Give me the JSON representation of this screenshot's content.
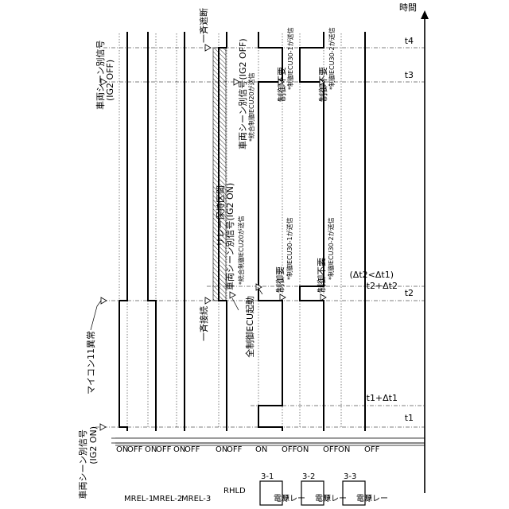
{
  "axis": {
    "title": "時間",
    "ticks": [
      "t1",
      "t1+Δt1",
      "t2",
      "t2+Δt2",
      "(Δt2<Δt1)",
      "t3",
      "t4"
    ]
  },
  "signals": [
    {
      "name": "MREL-1",
      "on": "ON",
      "off": "OFF"
    },
    {
      "name": "MREL-2",
      "on": "ON",
      "off": "OFF"
    },
    {
      "name": "MREL-3",
      "on": "ON",
      "off": "OFF"
    },
    {
      "name": "RHLD",
      "on": "ON",
      "off": "OFF"
    }
  ],
  "relays": [
    {
      "id": "3-1",
      "line1": "電源",
      "line2": "リレー",
      "on": "ON",
      "off": "OFF"
    },
    {
      "id": "3-2",
      "line1": "電源",
      "line2": "リレー",
      "on": "ON",
      "off": "OFF"
    },
    {
      "id": "3-3",
      "line1": "電源",
      "line2": "リレー",
      "on": "ON",
      "off": "OFF"
    }
  ],
  "annotations": {
    "scene_ig2_on_1": "車両シーン別信号",
    "scene_ig2_on_2": "(IG2 ON)",
    "mcu_fault": "マイコン11異常",
    "all_ecu_start": "全制御ECU起動",
    "batch_connect": "一斉接続",
    "relay_hold": "リレー保持区間",
    "scene_ig2_on_mid_1": "車両シーン別信号(IG2 ON)",
    "scene_ig2_on_mid_2": "*統合制御ECU20が送信",
    "control_needed_1": "制御要",
    "control_needed_2": "*制御ECU30-1が送信",
    "control_unneeded_a1": "制御不要",
    "control_unneeded_a2": "*制御ECU30-2が送信",
    "scene_ig2_off_1": "車両シーン別信号",
    "scene_ig2_off_2": "(IG2 OFF)",
    "scene_ig2_off_mid_1": "車両シーン別信号(IG2 OFF)",
    "scene_ig2_off_mid_2": "*統合制御ECU20が送信",
    "control_unneeded_b1": "制御不要",
    "control_unneeded_b2": "*制御ECU30-1が送信",
    "control_unneeded_c1": "制御不要",
    "control_unneeded_c2": "*制御ECU30-2が送信",
    "batch_cut": "一斉遮断"
  }
}
